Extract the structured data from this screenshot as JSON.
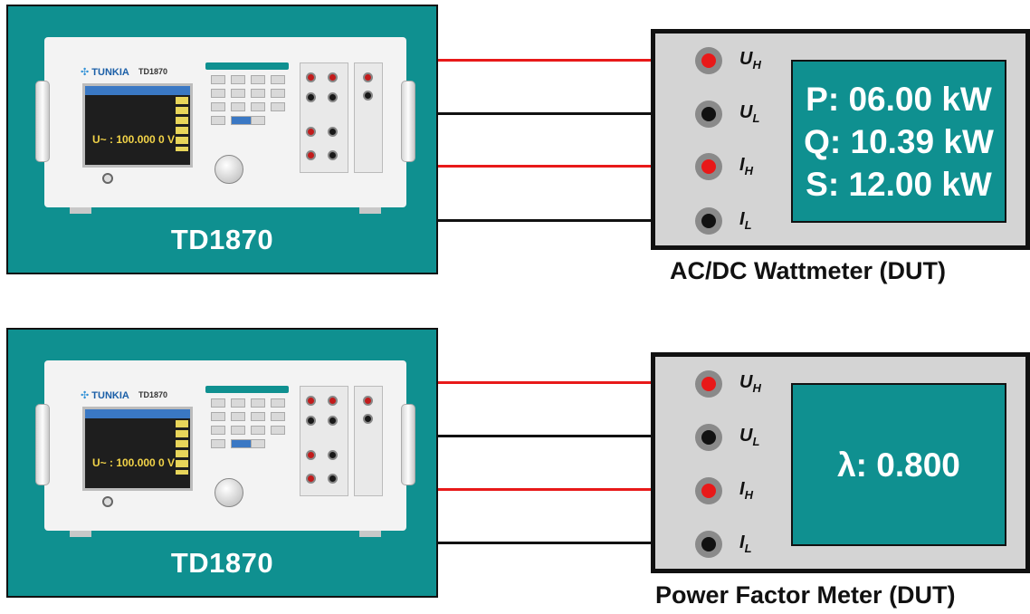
{
  "colors": {
    "panel_teal": "#0f9090",
    "wire_red": "#e81919",
    "wire_black": "#111111",
    "dut_body": "#d4d4d4"
  },
  "setups": [
    {
      "source": {
        "name": "TD1870",
        "brand": "TUNKIA",
        "model_label": "TD1870",
        "screen_reading": "U~ : 100.000 0 V"
      },
      "dut": {
        "title": "AC/DC Wattmeter (DUT)",
        "display_lines": [
          "P: 06.00 kW",
          "Q: 10.39 kW",
          "S: 12.00 kW"
        ],
        "terminals": [
          {
            "symbol": "U",
            "sub": "H",
            "wire": "red"
          },
          {
            "symbol": "U",
            "sub": "L",
            "wire": "black"
          },
          {
            "symbol": "I",
            "sub": "H",
            "wire": "red"
          },
          {
            "symbol": "I",
            "sub": "L",
            "wire": "black"
          }
        ]
      }
    },
    {
      "source": {
        "name": "TD1870",
        "brand": "TUNKIA",
        "model_label": "TD1870",
        "screen_reading": "U~ : 100.000 0 V"
      },
      "dut": {
        "title": "Power Factor Meter (DUT)",
        "display_lines": [
          "λ: 0.800"
        ],
        "terminals": [
          {
            "symbol": "U",
            "sub": "H",
            "wire": "red"
          },
          {
            "symbol": "U",
            "sub": "L",
            "wire": "black"
          },
          {
            "symbol": "I",
            "sub": "H",
            "wire": "red"
          },
          {
            "symbol": "I",
            "sub": "L",
            "wire": "black"
          }
        ]
      }
    }
  ]
}
